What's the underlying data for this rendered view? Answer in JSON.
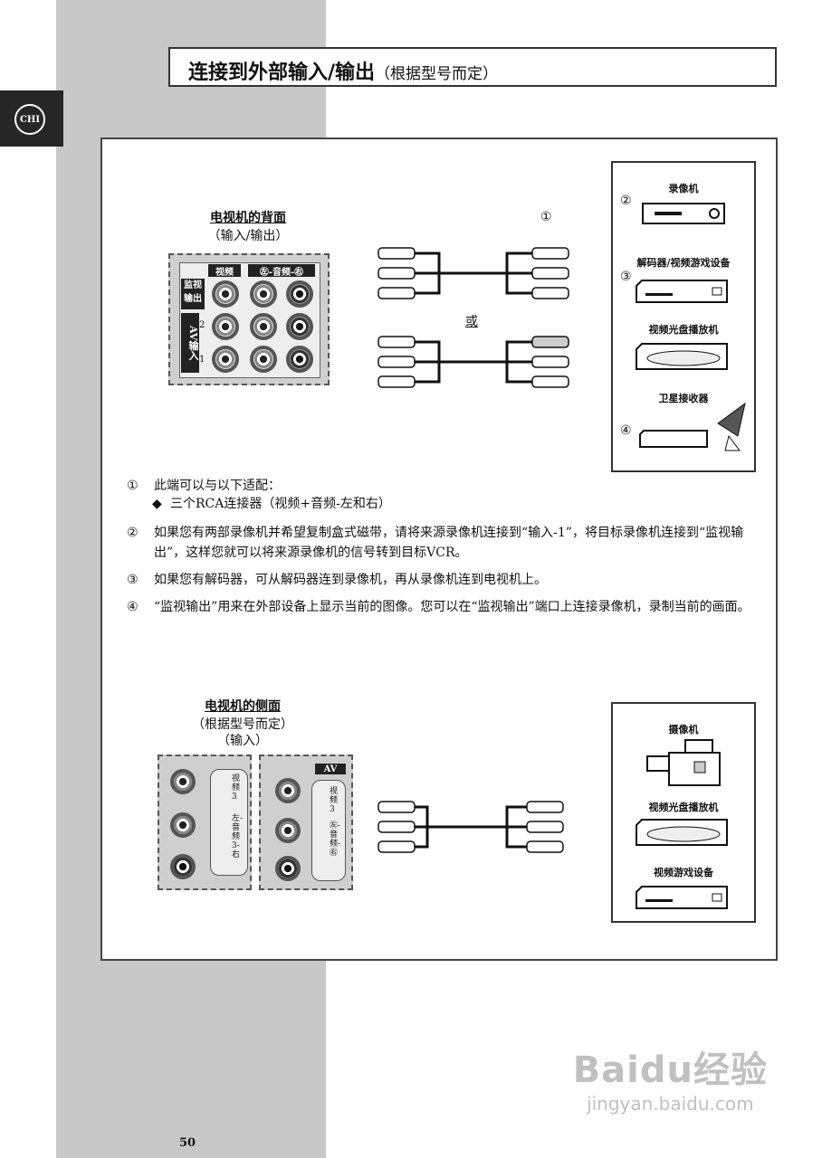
{
  "lang_tab": "CHI",
  "title": {
    "main": "连接到外部输入/输出",
    "sub": "（根据型号而定）"
  },
  "rear": {
    "title": "电视机的背面",
    "sub": "（输入/输出）",
    "col_video": "视频",
    "col_audio": "㊧-音频-㊨",
    "row_monitor": "监视输出",
    "row_av": "AV输入",
    "num2": "2",
    "num1": "1"
  },
  "cable_marker": "①",
  "or_label": "或",
  "devices_top": {
    "n2": "②",
    "vcr": "录像机",
    "decoder": "解码器/视频游戏设备",
    "n3": "③",
    "dvd": "视频光盘播放机",
    "satellite": "卫星接收器",
    "n4": "④"
  },
  "notes": [
    {
      "num": "①",
      "text": "此端可以与以下适配："
    },
    {
      "num": "◆",
      "text": "三个RCA连接器（视频+音频-左和右）"
    },
    {
      "num": "②",
      "text": "如果您有两部录像机并希望复制盒式磁带，请将来源录像机连接到“输入-1”，将目标录像机连接到“监视输出”，这样您就可以将来源录像机的信号转到目标VCR。"
    },
    {
      "num": "③",
      "text": "如果您有解码器，可从解码器连到录像机，再从录像机连到电视机上。"
    },
    {
      "num": "④",
      "text": "“监视输出”用来在外部设备上显示当前的图像。您可以在“监视输出”端口上连接录像机，录制当前的画面。"
    }
  ],
  "side": {
    "title": "电视机的侧面",
    "sub1": "（根据型号而定）",
    "sub2": "（输入）",
    "p1_video": "视频3",
    "p1_audio": "左-音频3-右",
    "p2_av": "AV",
    "p2_video": "视频3",
    "p2_audio": "㊧-音频-㊨"
  },
  "devices_bottom": {
    "camcorder": "摄像机",
    "dvd": "视频光盘播放机",
    "game": "视频游戏设备"
  },
  "page_number": "50",
  "watermark": {
    "logo": "Baidu经验",
    "url": "jingyan.baidu.com"
  }
}
